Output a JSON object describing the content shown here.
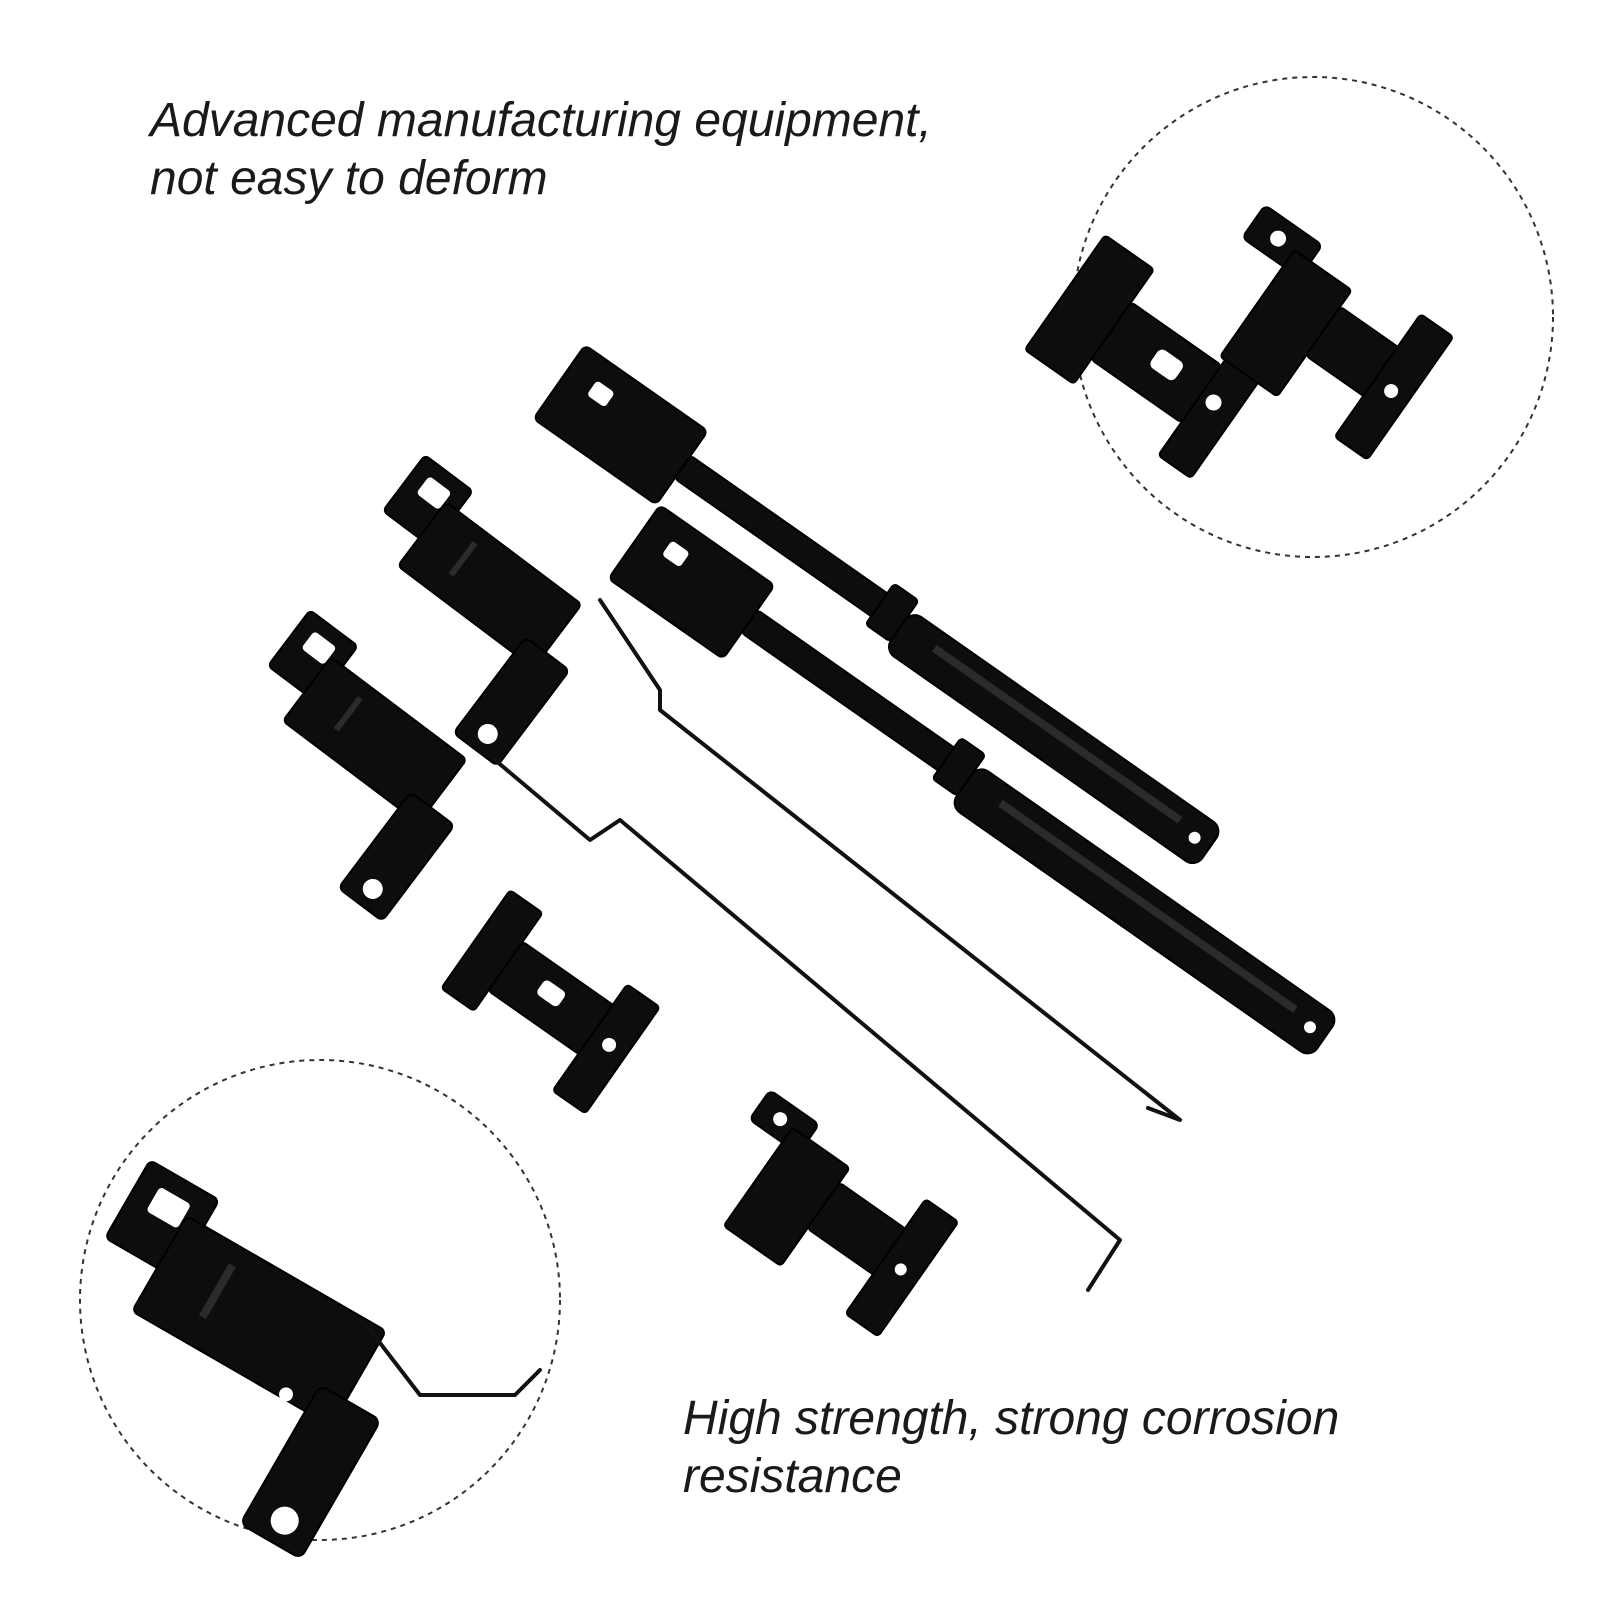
{
  "captions": {
    "top": {
      "line1": "Advanced manufacturing equipment,",
      "line2": "not easy to deform"
    },
    "bottom": {
      "line1": "High strength, strong corrosion",
      "line2": "resistance"
    }
  },
  "colors": {
    "background": "#ffffff",
    "parts": "#0d0d0d",
    "text": "#1a1a1a",
    "outline": "#333333"
  }
}
